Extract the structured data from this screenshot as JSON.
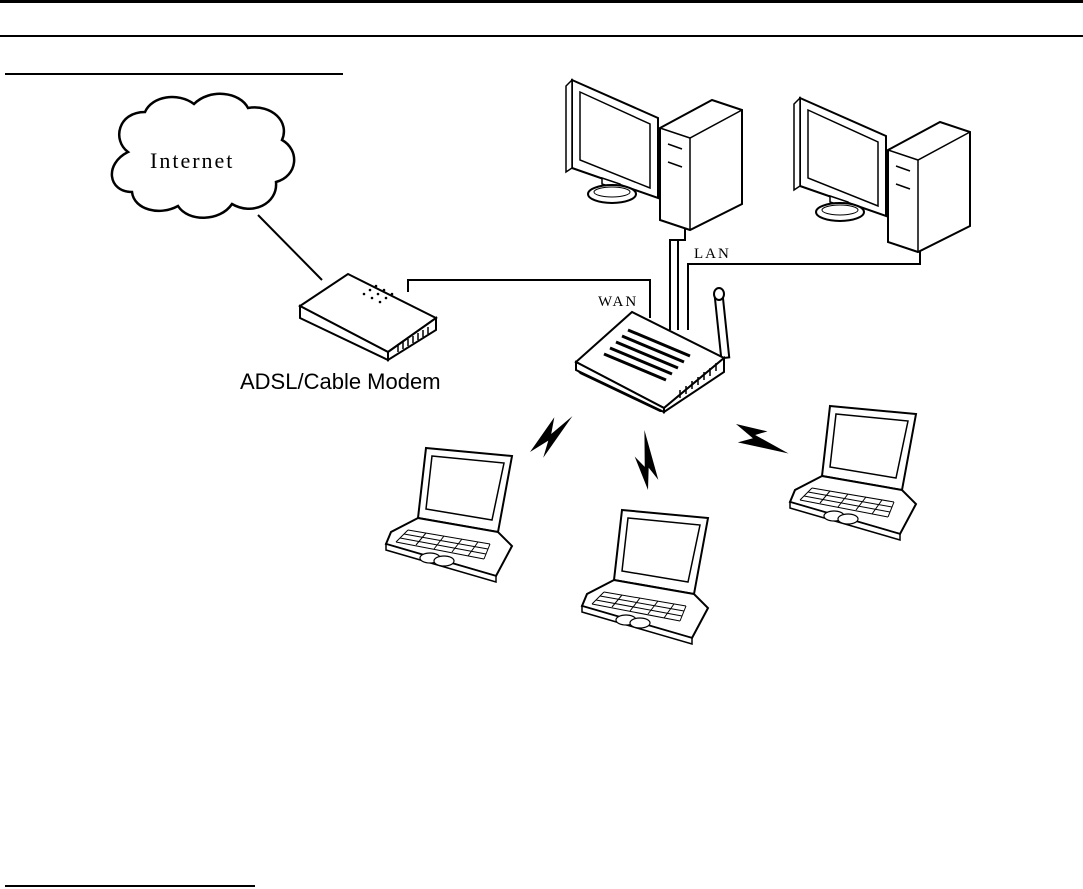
{
  "diagram": {
    "internet_label": "Internet",
    "modem_label": "ADSL/Cable Modem",
    "wan_label": "WAN",
    "lan_label": "LAN"
  },
  "icons": {
    "cloud": "cloud-icon",
    "modem": "modem-icon",
    "router": "wireless-router-icon",
    "desktop": "desktop-computer-icon",
    "laptop": "laptop-icon",
    "wireless": "wireless-signal-icon"
  },
  "colors": {
    "line": "#000000",
    "background": "#ffffff"
  }
}
